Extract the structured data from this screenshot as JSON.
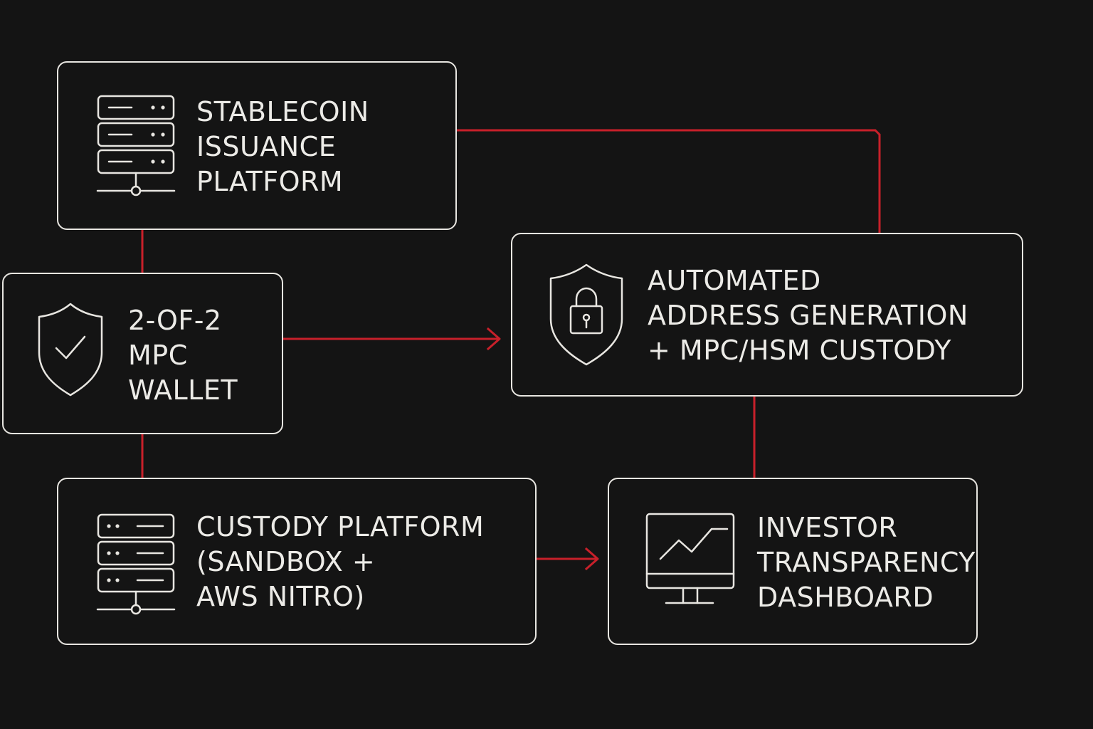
{
  "colors": {
    "background": "#141414",
    "box_border": "#e8e6e1",
    "text": "#ecebe7",
    "connector": "#c8202a"
  },
  "nodes": {
    "stablecoin": {
      "icon": "server-rack-icon",
      "lines": [
        "STABLECOIN",
        "ISSUANCE",
        "PLATFORM"
      ]
    },
    "mpc_wallet": {
      "icon": "shield-check-icon",
      "lines": [
        "2-OF-2",
        "MPC",
        "WALLET"
      ]
    },
    "address_generation": {
      "icon": "shield-lock-icon",
      "lines": [
        "AUTOMATED",
        "ADDRESS GENERATION",
        "+ MPC/HSM CUSTODY"
      ]
    },
    "custody_platform": {
      "icon": "server-rack-icon",
      "lines": [
        "CUSTODY PLATFORM",
        "(SANDBOX +",
        "AWS NITRO)"
      ]
    },
    "investor_dashboard": {
      "icon": "monitor-chart-icon",
      "lines": [
        "INVESTOR",
        "TRANSPARENCY",
        "DASHBOARD"
      ]
    }
  }
}
